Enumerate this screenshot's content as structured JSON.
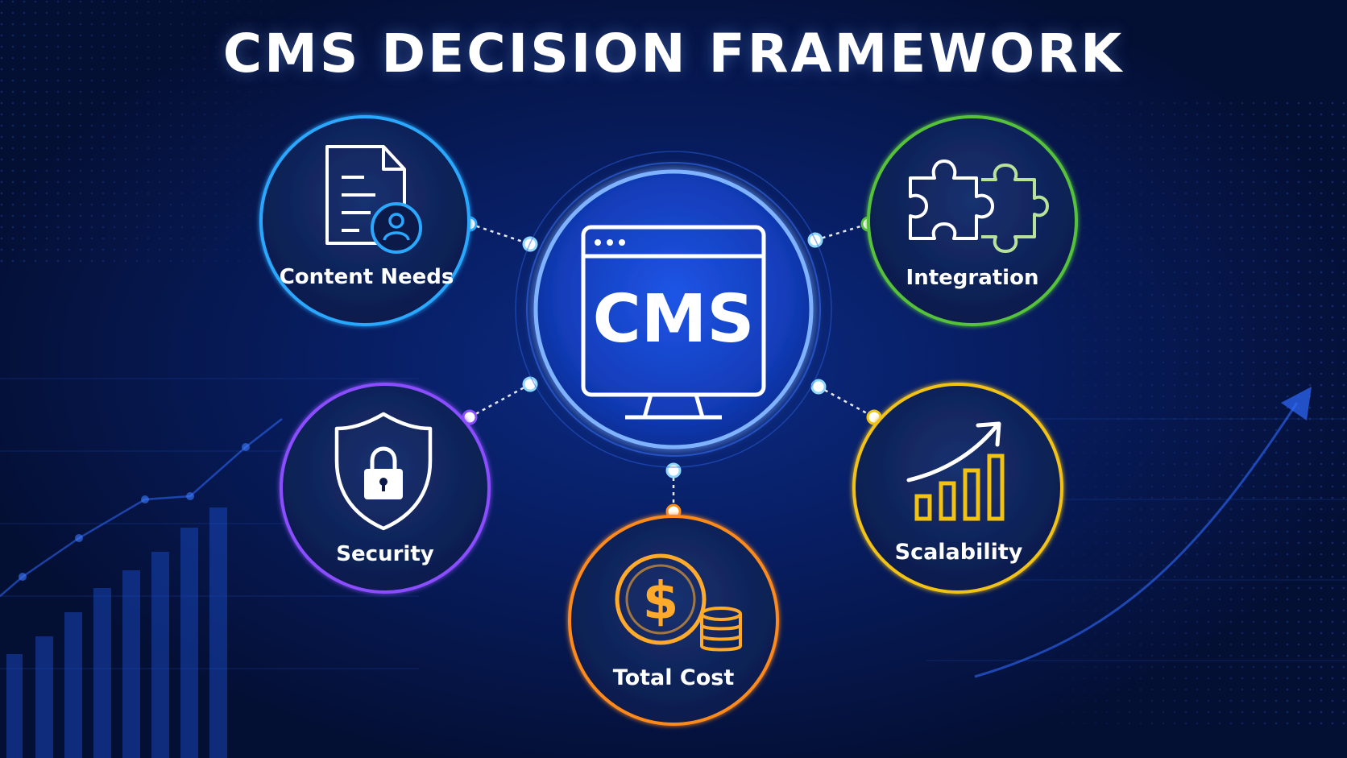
{
  "title": "CMS DECISION FRAMEWORK",
  "center": {
    "label": "CMS",
    "color": "#3f7bff"
  },
  "nodes": [
    {
      "id": "content-needs",
      "label": "Content Needs",
      "icon": "document-user-icon",
      "color": "#2aa8ff"
    },
    {
      "id": "integration",
      "label": "Integration",
      "icon": "puzzle-icon",
      "color": "#56c23a"
    },
    {
      "id": "security",
      "label": "Security",
      "icon": "shield-lock-icon",
      "color": "#8a4dff"
    },
    {
      "id": "total-cost",
      "label": "Total Cost",
      "icon": "dollar-coins-icon",
      "color": "#ff8a1c"
    },
    {
      "id": "scalability",
      "label": "Scalability",
      "icon": "growth-chart-icon",
      "color": "#f2c313"
    }
  ]
}
